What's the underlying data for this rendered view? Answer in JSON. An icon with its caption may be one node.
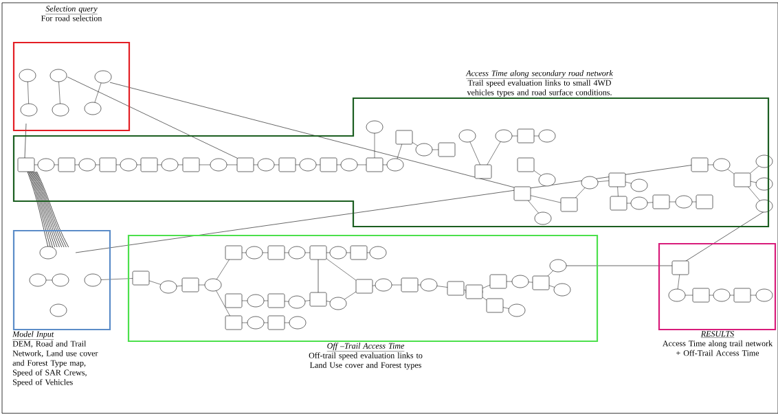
{
  "diagram": {
    "nodes": [
      {
        "text": [
          "Selection query",
          "For road selection"
        ]
      },
      {
        "text": [
          "Access Time along secondary road network",
          "Trail speed evaluation links to small 4WD vehicles types and road surface conditions."
        ]
      },
      {
        "text": [
          "Model Input",
          "DEM, Road and Trail Network, Land use cover and Forest Type map, Speed of SAR Crews, Speed of Vehicles"
        ]
      },
      {
        "text": [
          "Off –Trail Access Time",
          "Off-trail speed evaluation links to Land Use cover and Forest types"
        ]
      },
      {
        "text": [
          "RESULTS",
          "Access Time along trail network + Off-Trail Access Time"
        ]
      }
    ]
  }
}
